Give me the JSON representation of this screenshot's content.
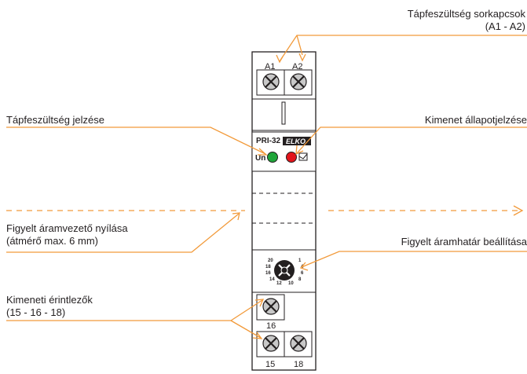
{
  "labels": {
    "supply_terminals_line1": "Tápfeszültség sorkapcsok",
    "supply_terminals_line2": "(A1 - A2)",
    "supply_indication": "Tápfeszültség jelzése",
    "output_state": "Kimenet állapotjelzése",
    "conductor_opening_line1": "Figyelt áramvezető nyílása",
    "conductor_opening_line2": "(átmérő max. 6 mm)",
    "current_limit": "Figyelt áramhatár beállítása",
    "output_contacts_line1": "Kimeneti érintlezők",
    "output_contacts_line2": "(15 - 16 - 18)"
  },
  "device": {
    "model": "PRI-32",
    "brand": "ELKO",
    "un_label": "Un",
    "terminal_a1": "A1",
    "terminal_a2": "A2",
    "terminal_16": "16",
    "terminal_15": "15",
    "terminal_18": "18",
    "dial_scale": [
      "20",
      "1",
      "18",
      "4",
      "16",
      "6",
      "14",
      "8",
      "12",
      "10"
    ]
  },
  "colors": {
    "leader_line": "#f29a3a",
    "led_green": "#1fa53a",
    "led_red": "#e3141b",
    "outline": "#231f20",
    "label_text": "#231f20"
  }
}
